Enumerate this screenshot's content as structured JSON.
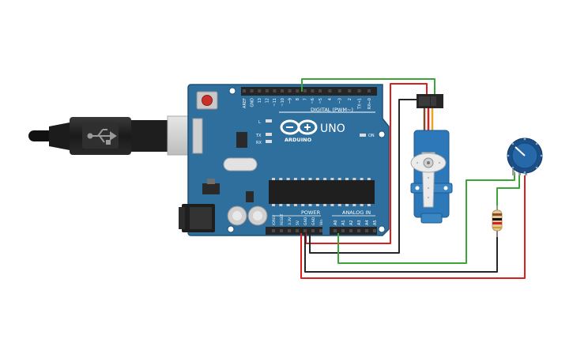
{
  "board": {
    "brand": "ARDUINO",
    "model": "UNO",
    "header_digital": "DIGITAL (PWM~)",
    "header_power": "POWER",
    "header_analog": "ANALOG IN",
    "led_l": "L",
    "led_tx": "TX",
    "led_rx": "RX",
    "led_on": "ON",
    "pins_top": [
      "AREF",
      "GND",
      "13",
      "12",
      "~11",
      "~10",
      "~9",
      "8",
      "7",
      "~6",
      "~5",
      "4",
      "~3",
      "2",
      "TX→1",
      "RX←0"
    ],
    "pins_power": [
      "IOREF",
      "RESET",
      "3.3V",
      "5V",
      "GND",
      "GND",
      "Vin"
    ],
    "pins_analog": [
      "A0",
      "A1",
      "A2",
      "A3",
      "A4",
      "A5"
    ]
  },
  "colors": {
    "board": "#2e6f9e",
    "board_edge": "#1f5276",
    "wire_green": "#3aa635",
    "wire_red": "#d8201e",
    "wire_black": "#262626",
    "servo_body": "#2c78b8",
    "pot_body": "#1b4f86"
  },
  "components": {
    "usb_cable": "usb-cable",
    "servo": "servo-motor",
    "potentiometer": "potentiometer",
    "resistor": "resistor"
  }
}
